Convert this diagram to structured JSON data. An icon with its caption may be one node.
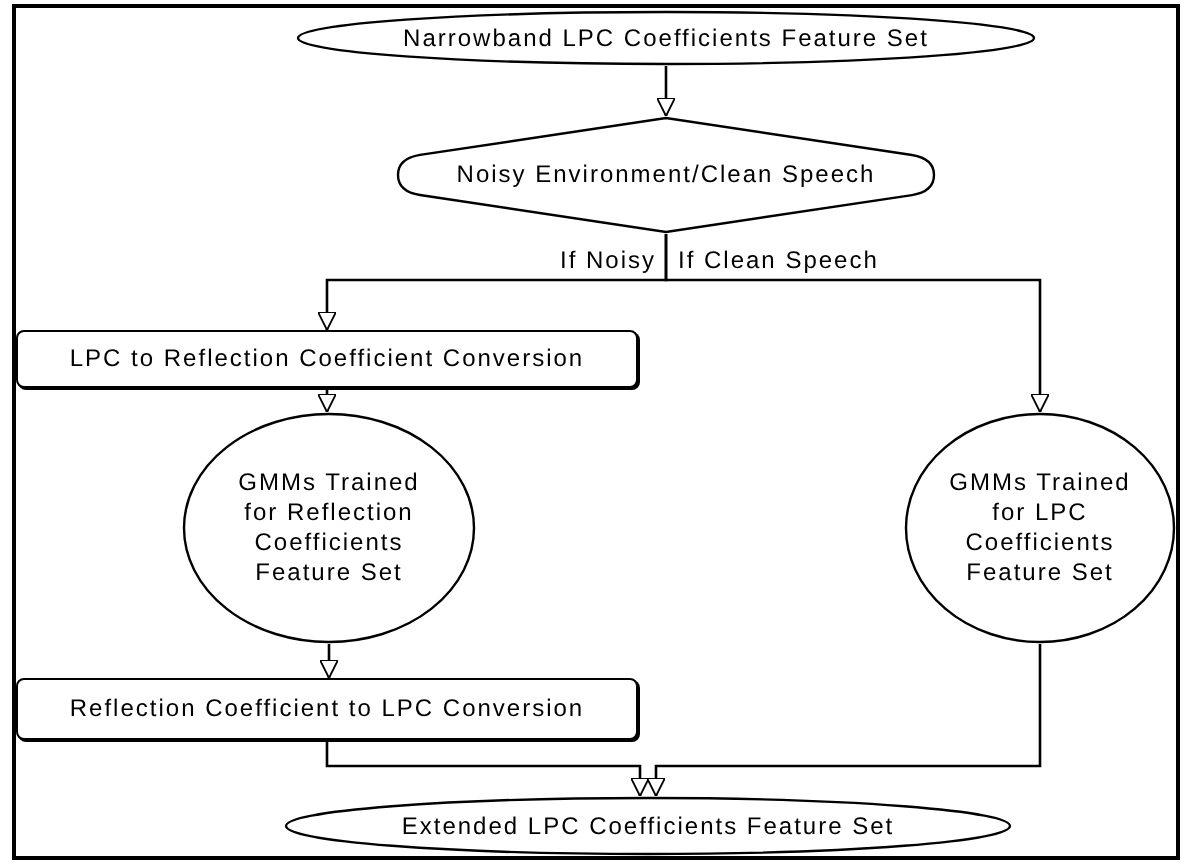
{
  "diagram": {
    "nodes": [
      {
        "text": [
          "Narrowband LPC Coefficients Feature Set"
        ]
      },
      {
        "text": [
          "Noisy Environment/Clean Speech"
        ]
      },
      {
        "text": [
          "LPC to Reflection Coefficient Conversion"
        ]
      },
      {
        "text": [
          "GMMs Trained for Reflection Coefficients Feature Set"
        ]
      },
      {
        "text": [
          "GMMs Trained for LPC Coefficients Feature Set"
        ]
      },
      {
        "text": [
          "Reflection Coefficient to LPC Conversion"
        ]
      },
      {
        "text": [
          "Extended LPC Coefficients Feature Set"
        ]
      }
    ],
    "edges": [
      {
        "from": 0,
        "to": 1,
        "arrow": "to"
      },
      {
        "from": 1,
        "to": 2,
        "arrow": "to",
        "label": "If Noisy"
      },
      {
        "from": 1,
        "to": 4,
        "arrow": "to",
        "label": "If Clean Speech"
      },
      {
        "from": 2,
        "to": 3,
        "arrow": "to"
      },
      {
        "from": 3,
        "to": 5,
        "arrow": "to"
      },
      {
        "from": 5,
        "to": 6,
        "arrow": "to"
      },
      {
        "from": 4,
        "to": 6,
        "arrow": "to"
      }
    ]
  }
}
